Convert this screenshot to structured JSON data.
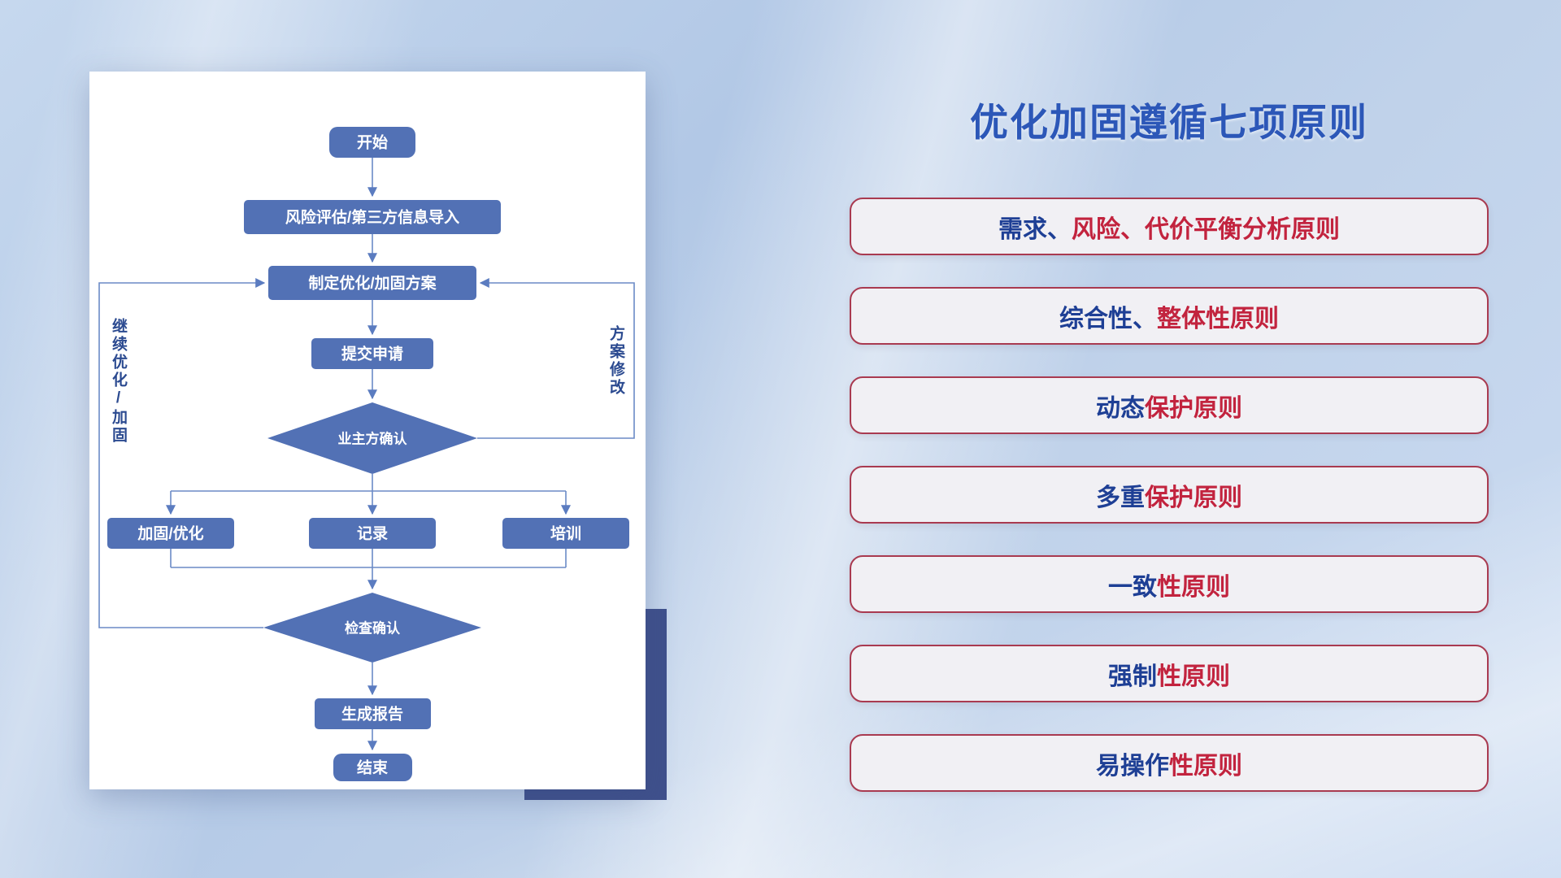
{
  "flowchart": {
    "nodes": {
      "start": "开始",
      "risk": "风险评估/第三方信息导入",
      "plan": "制定优化/加固方案",
      "submit": "提交申请",
      "owner_confirm": "业主方确认",
      "harden": "加固/优化",
      "record": "记录",
      "training": "培训",
      "check_confirm": "检查确认",
      "report": "生成报告",
      "end": "结束"
    },
    "edge_labels": {
      "continue_optimize": "继续优化/加固",
      "plan_revision": "方案修改"
    }
  },
  "principles_panel": {
    "title": "优化加固遵循七项原则",
    "items": [
      {
        "blue": "需求、",
        "red": "风险、代价平衡分析原则"
      },
      {
        "blue": "综合性、",
        "red": "整体性原则"
      },
      {
        "blue": "动态",
        "red": "保护原则"
      },
      {
        "blue": "多重",
        "red": "保护原则"
      },
      {
        "blue": "一致",
        "red": "性原则"
      },
      {
        "blue": "强制",
        "red": "性原则"
      },
      {
        "blue": "易操作",
        "red": "性原则"
      }
    ]
  },
  "colors": {
    "title_blue": "#2c57b8",
    "principle_blue": "#1e3f95",
    "principle_red": "#c2233e",
    "principle_border": "#a93a50",
    "principle_fill": "#f1f0f4",
    "node_fill": "#5271b5",
    "flow_line": "#6b8ac6",
    "accent_navy": "#3f508c",
    "background_blue": "#bcd0e8"
  }
}
